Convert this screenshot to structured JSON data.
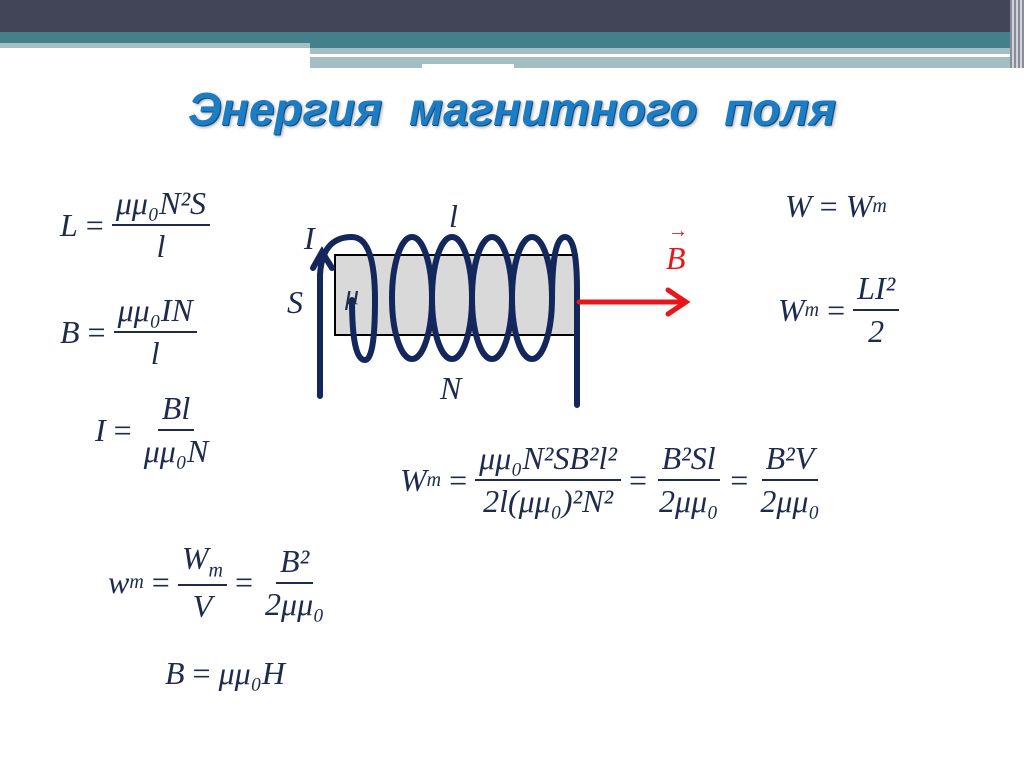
{
  "slide": {
    "title": "Энергия  магнитного  поля"
  },
  "colors": {
    "header_dark": "#424457",
    "header_teal": "#43808a",
    "header_light": "#a3bfc3",
    "title": "#1c7dc4",
    "coil": "#13275c",
    "field_arrow": "#e8161b",
    "core": "#d9d9d9"
  },
  "diagram": {
    "current": "I",
    "length": "l",
    "area": "S",
    "permeability": "μ",
    "turns": "N",
    "field": "B",
    "field_arrow_mark": "→"
  },
  "formulas": {
    "L": {
      "lhs": "L",
      "num": "μμ₀N²S",
      "den": "l"
    },
    "B": {
      "lhs": "B",
      "num": "μμ₀IN",
      "den": "l"
    },
    "I": {
      "lhs": "I",
      "num": "Bl",
      "den": "μμ₀N"
    },
    "W": {
      "lhs": "W",
      "rhs": "W",
      "sub": "m"
    },
    "Wm": {
      "lhs": "W",
      "sub": "m",
      "num": "LI²",
      "den": "2"
    },
    "Wm_full": {
      "lhs": "W",
      "sub": "m",
      "num1": "μμ₀N²SB²l²",
      "den1": "2l(μμ₀)²N²",
      "num2": "B²Sl",
      "den2": "2μμ₀",
      "num3": "B²V",
      "den3": "2μμ₀"
    },
    "wm": {
      "lhs": "w",
      "sub": "m",
      "num1": "W",
      "num1_sub": "m",
      "den1": "V",
      "num2": "B²",
      "den2": "2μμ₀"
    },
    "BH": {
      "lhs": "B",
      "rhs": "μμ₀H"
    },
    "eq": "="
  }
}
